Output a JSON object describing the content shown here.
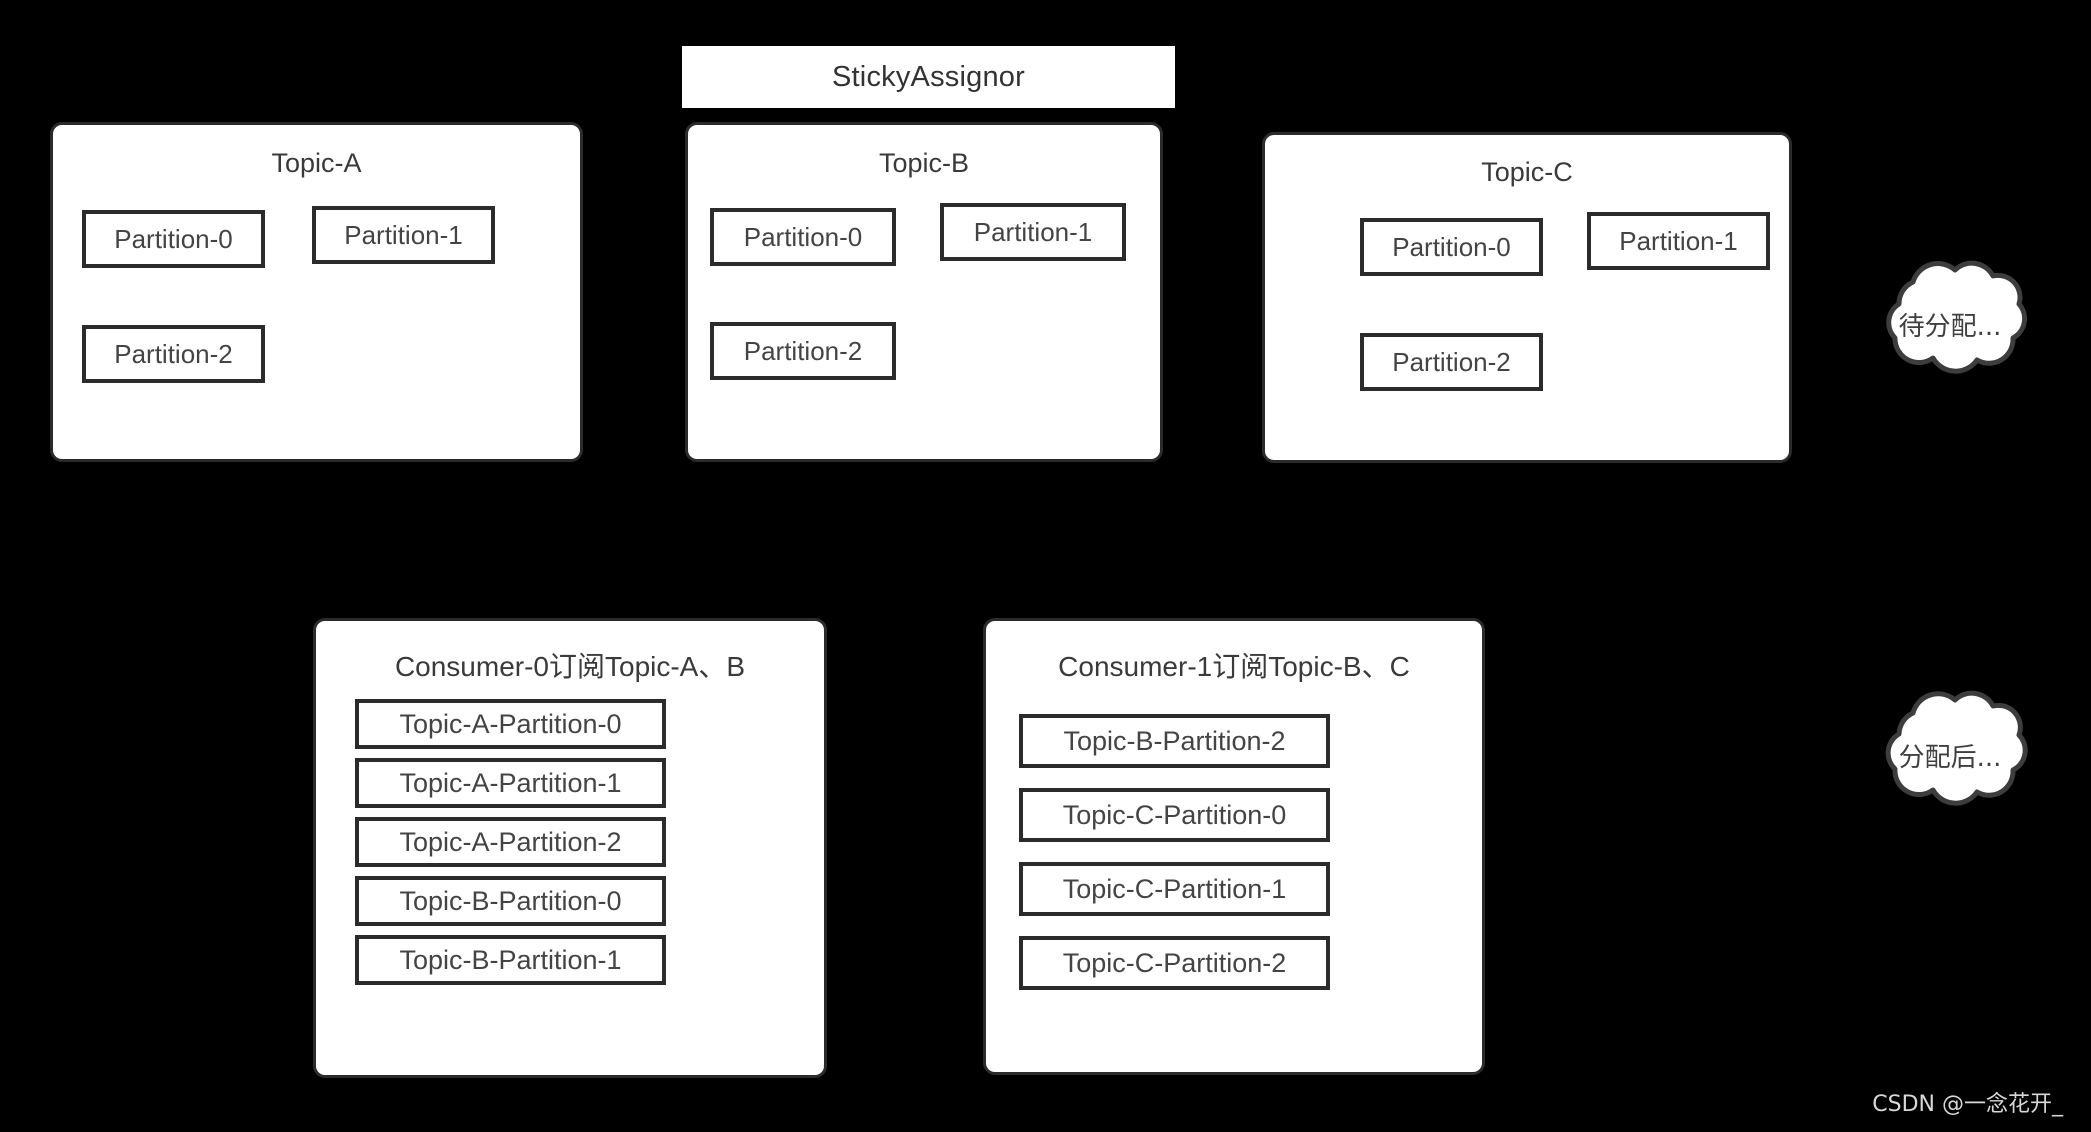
{
  "diagram": {
    "title": "StickyAssignor",
    "watermark": "CSDN @一念花开_"
  },
  "topics": [
    {
      "name": "Topic-A",
      "partitions": [
        "Partition-0",
        "Partition-1",
        "Partition-2"
      ]
    },
    {
      "name": "Topic-B",
      "partitions": [
        "Partition-0",
        "Partition-1",
        "Partition-2"
      ]
    },
    {
      "name": "Topic-C",
      "partitions": [
        "Partition-0",
        "Partition-1",
        "Partition-2"
      ]
    }
  ],
  "consumers": [
    {
      "title": "Consumer-0订阅Topic-A、B",
      "assignments": [
        "Topic-A-Partition-0",
        "Topic-A-Partition-1",
        "Topic-A-Partition-2",
        "Topic-B-Partition-0",
        "Topic-B-Partition-1"
      ]
    },
    {
      "title": "Consumer-1订阅Topic-B、C",
      "assignments": [
        "Topic-B-Partition-2",
        "Topic-C-Partition-0",
        "Topic-C-Partition-1",
        "Topic-C-Partition-2"
      ]
    }
  ],
  "clouds": [
    {
      "label": "待分配..."
    },
    {
      "label": "分配后..."
    }
  ],
  "colors": {
    "background": "#000000",
    "box_fill": "#ffffff",
    "box_border": "#2b2b2b",
    "text": "#3a3a3a",
    "watermark": "#d8d8d8"
  }
}
